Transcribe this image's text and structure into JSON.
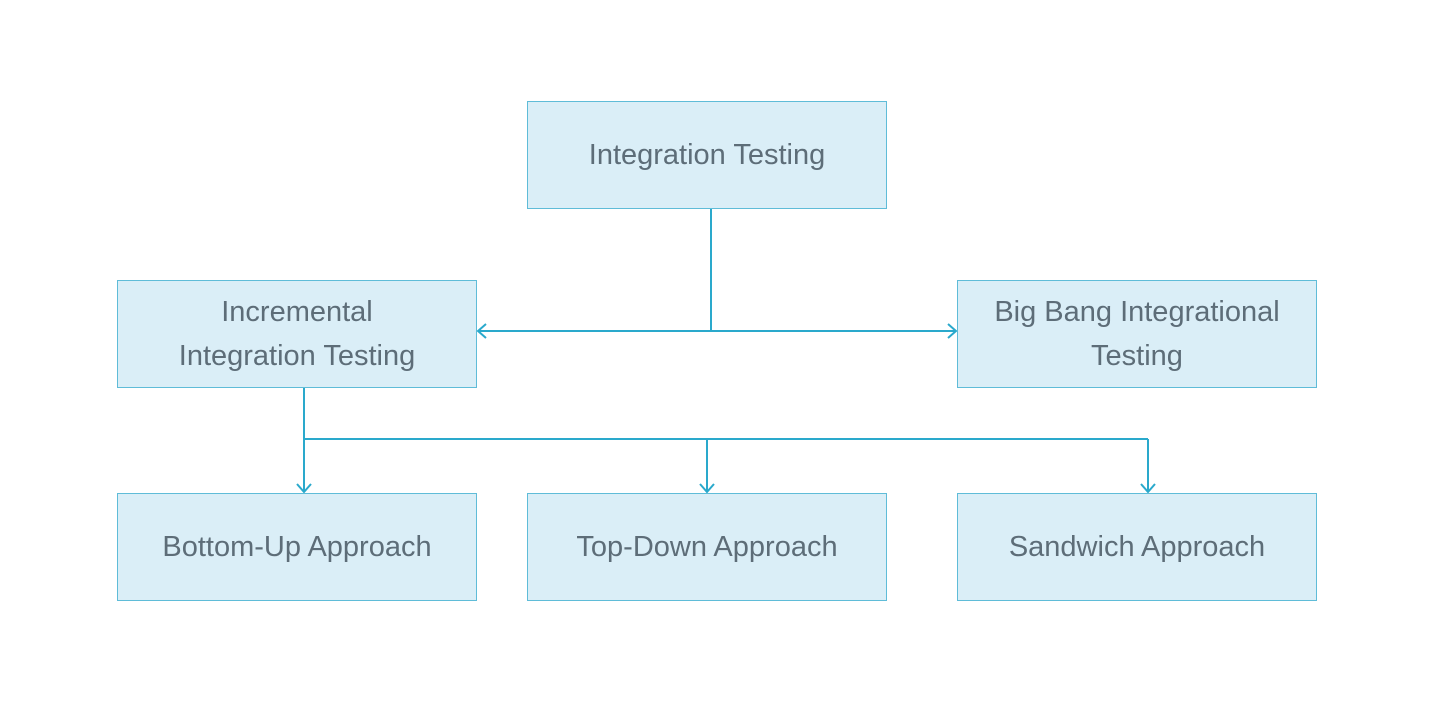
{
  "diagram": {
    "nodes": {
      "root": "Integration Testing",
      "incremental": "Incremental\nIntegration Testing",
      "big_bang": "Big Bang Integrational\nTesting",
      "bottom_up": "Bottom-Up Approach",
      "top_down": "Top-Down Approach",
      "sandwich": "Sandwich Approach"
    },
    "edges": [
      {
        "from": "root",
        "to": "incremental"
      },
      {
        "from": "root",
        "to": "big_bang"
      },
      {
        "from": "incremental",
        "to": "bottom_up"
      },
      {
        "from": "incremental",
        "to": "top_down"
      },
      {
        "from": "incremental",
        "to": "sandwich"
      }
    ],
    "colors": {
      "box_fill": "#daeef7",
      "box_border": "#5fbcd8",
      "connector": "#2aa9cc",
      "text": "#5d6d78"
    }
  }
}
